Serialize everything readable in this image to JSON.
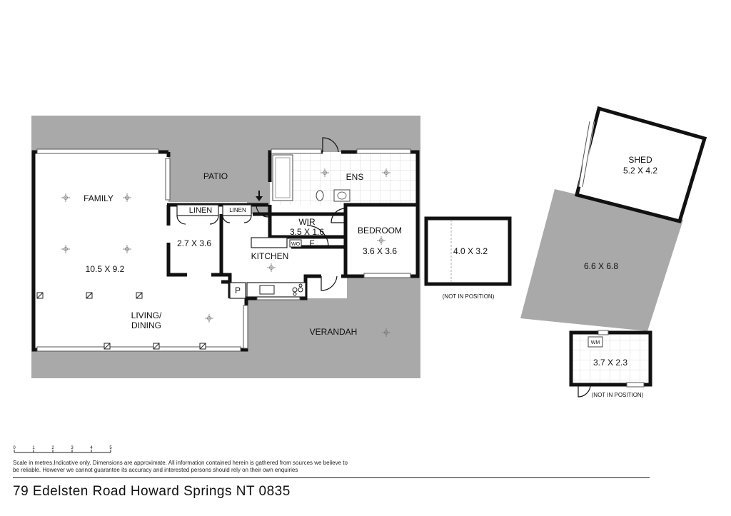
{
  "rooms": {
    "family": "FAMILY",
    "family_size": "10.5 X 9.2",
    "patio": "PATIO",
    "linen1": "LINEN",
    "linen2": "LINEN",
    "store_size": "2.7 X 3.6",
    "ens": "ENS",
    "wir": "WIR",
    "wir_size": "3.5 X 1.6",
    "wo": "WO",
    "fridge": "F",
    "kitchen": "KITCHEN",
    "pantry": "P",
    "bedroom": "BEDROOM",
    "bedroom_size": "3.6 X 3.6",
    "living": "LIVING/",
    "dining": "DINING",
    "verandah": "VERANDAH"
  },
  "outbuildings": {
    "garage_size": "4.0 X 3.2",
    "garage_note": "(NOT IN POSITION)",
    "shed": "SHED",
    "shed_size": "5.2 X 4.2",
    "slab_size": "6.6 X 6.8",
    "laundry_wm": "WM",
    "laundry_size": "3.7 X 2.3",
    "laundry_note": "(NOT IN POSITION)"
  },
  "scale": {
    "ticks": [
      "0",
      "1",
      "2",
      "3",
      "4",
      "5"
    ]
  },
  "footer": {
    "disclaimer": "Scale in metres.Indicative only. Dimensions are approximate. All information contained herein is gathered from sources we believe to be reliable. However we cannot guarantee its accuracy and interested persons should rely on their own enquiries",
    "address": "79 Edelsten Road Howard Springs NT 0835"
  },
  "colors": {
    "shading": "#a9a9a9",
    "wall": "#111111",
    "tile": "#cfcfcf"
  }
}
